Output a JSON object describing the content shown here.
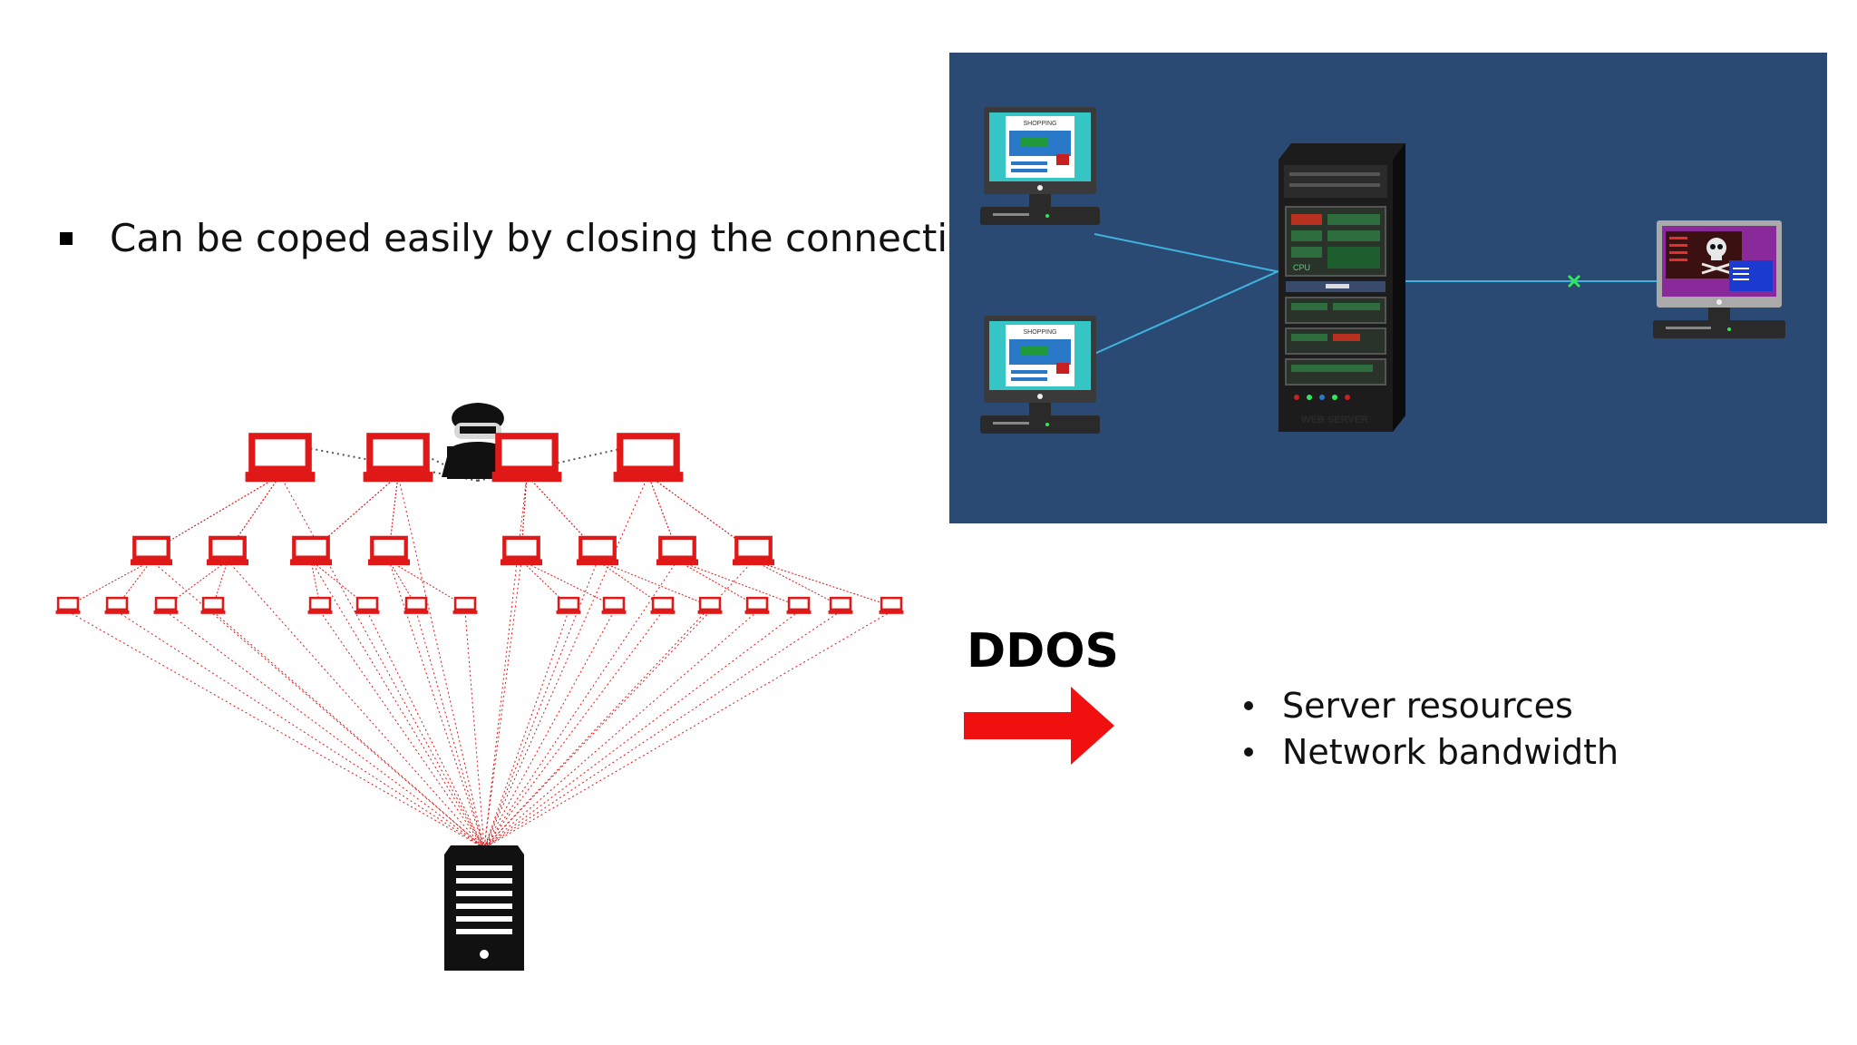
{
  "slide": {
    "bullet_text": "Can be coped easily by closing the connection",
    "ddos_label": "DDOS",
    "resources": [
      "Server resources",
      "Network bandwidth"
    ]
  },
  "web_panel": {
    "client_screen_label": "SHOPPING",
    "server_label": "WEB SERVER",
    "cpu_label": "CPU"
  },
  "colors": {
    "panel_bg": "#2a4a73",
    "attack_red": "#e01818",
    "link_cyan": "#3fb3e0",
    "cut_mark": "#2ee85a"
  },
  "icons": {
    "square_bullet": "square-bullet-icon",
    "hacker": "hacker-icon",
    "laptop": "laptop-icon",
    "server": "server-icon",
    "desktop": "desktop-computer-icon",
    "skull": "skull-icon",
    "arrow": "right-arrow-icon"
  }
}
